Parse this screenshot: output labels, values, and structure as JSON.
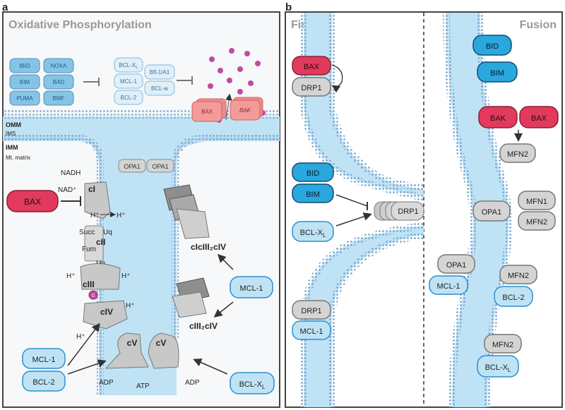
{
  "panel_a": {
    "letter": "a",
    "title": "Oxidative Phosphorylation",
    "membrane_labels": {
      "omm": "OMM",
      "ims": "IMS",
      "imm": "IMM",
      "matrix": "Mt. matrix"
    },
    "bh3_only": [
      "tBID",
      "NOXA",
      "BIM",
      "BAD",
      "PUMA",
      "BMF"
    ],
    "antiapoptotic": [
      "BCL-X",
      "Bfl-1/A1",
      "MCL-1",
      "BCL-w",
      "BCL-2"
    ],
    "bclx_subscript": "L",
    "effectors": [
      "BAX",
      "BAK"
    ],
    "opa1": [
      "OPA1",
      "OPA1"
    ],
    "complexes": {
      "c1": "cI",
      "c2": "cII",
      "c3": "cIII",
      "c4": "cIV",
      "c5a": "cV",
      "c5b": "cV",
      "uq": "Uq",
      "c": "c"
    },
    "super1": "cIcIII₂cIV",
    "super2": "cIII₂cIV",
    "metabolites": {
      "nadh": "NADH",
      "nad": "NAD⁺",
      "succ": "Succ",
      "fum": "Fum",
      "adp": "ADP",
      "atp": "ATP",
      "h": "H⁺"
    },
    "regulators": {
      "bax": "BAX",
      "mcl1_right": "MCL-1",
      "mcl1_left": "MCL-1",
      "bcl2": "BCL-2",
      "bclx": "BCL-X"
    }
  },
  "panel_b": {
    "letter": "b",
    "fission_title": "Fission",
    "fusion_title": "Fusion",
    "fission": {
      "bax": "BAX",
      "drp1_top": "DRP1",
      "bid": "BID",
      "bim": "BIM",
      "drp1_ring": "DRP1",
      "bclx": "BCL-X",
      "drp1_bottom": "DRP1",
      "mcl1": "MCL-1"
    },
    "fusion": {
      "bid": "BID",
      "bim": "BIM",
      "bak": "BAK",
      "bax": "BAX",
      "mfn2_top": "MFN2",
      "opa1_mid": "OPA1",
      "mfn1": "MFN1",
      "mfn2_mid": "MFN2",
      "opa1_low": "OPA1",
      "mcl1": "MCL-1",
      "mfn2_low": "MFN2",
      "bcl2": "BCL-2",
      "mfn2_bottom": "MFN2",
      "bclx": "BCL-X"
    }
  },
  "colors": {
    "lightblue": "#bfe3f5",
    "midblue": "#86c4e6",
    "darkblue": "#2aa7dd",
    "red": "#e23a5c",
    "pink": "#f08a8a",
    "gray": "#d4d4d4",
    "darkgray": "#8e8e8e",
    "magenta": "#c04aa4"
  }
}
